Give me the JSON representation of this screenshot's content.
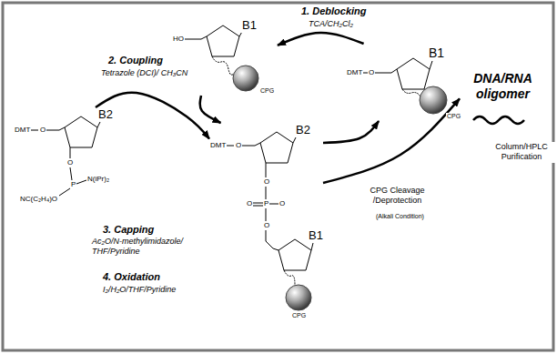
{
  "diagram": {
    "nodes": [
      {
        "text": [
          "DMT",
          "O",
          "B1",
          "CPG"
        ]
      },
      {
        "text": [
          "HO",
          "B1",
          "CPG"
        ]
      },
      {
        "text": [
          "DMT",
          "O",
          "B2",
          "O",
          "P",
          "N(iPr)₂",
          "NC(C₂H₄)O"
        ]
      },
      {
        "text": [
          "DMT",
          "O",
          "B2",
          "O",
          "P",
          "O",
          "O",
          "O",
          "B1",
          "CPG"
        ]
      },
      {
        "text": [
          "DNA/RNA oligomer"
        ]
      }
    ],
    "edges": [
      {
        "from": 0,
        "to": 1,
        "arrow": "to"
      },
      {
        "from": 1,
        "to": 3,
        "arrow": "to"
      },
      {
        "from": 2,
        "to": 3,
        "arrow": "to"
      },
      {
        "from": 3,
        "to": 0,
        "arrow": "to"
      },
      {
        "from": 3,
        "to": 4,
        "arrow": "to"
      }
    ],
    "labels": [
      "1. Deblocking",
      "TCA/CH₂Cl₂",
      "2. Coupling",
      "Tetrazole (DCI)/ CH₃CN",
      "3. Capping",
      "Ac₂O/N-methylimidazole/ THF/Pyridine",
      "4. Oxidation",
      "I₂/H₂O/THF/Pyridine",
      "Column/HPLC Purification",
      "CPG Cleavage /Deprotection",
      "(Alkali Condition)"
    ]
  }
}
